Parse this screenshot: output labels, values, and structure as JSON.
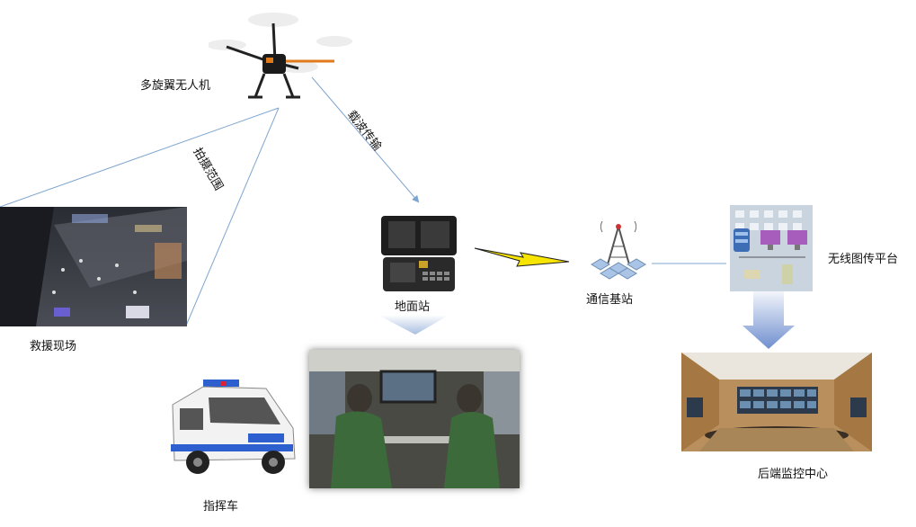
{
  "diagram": {
    "nodes": {
      "uav": {
        "label": "多旋翼无人机",
        "icon": "drone-icon"
      },
      "rescue_scene": {
        "label": "救援现场",
        "icon": "night-street-photo"
      },
      "ground_station": {
        "label": "地面站",
        "icon": "ground-station-case-icon"
      },
      "base_station": {
        "label": "通信基站",
        "icon": "cell-tower-icon"
      },
      "platform": {
        "label": "无线图传平台",
        "icon": "server-building-icon"
      },
      "command_vehicle": {
        "label": "指挥车",
        "icon": "police-van-icon"
      },
      "monitor_center": {
        "label": "后端监控中心",
        "icon": "control-room-photo"
      },
      "vehicle_interior": {
        "icon": "command-vehicle-interior-photo"
      }
    },
    "edges": {
      "shooting_range": {
        "label": "拍摄范围"
      },
      "carrier_transmission": {
        "label": "载波传输"
      }
    }
  },
  "colors": {
    "link_line": "#7fa6cf",
    "arrow_down": "#6f8fcf",
    "lightning_fill": "#f7e400",
    "drone_arm": "#e07a1a",
    "building": "#c9d4de"
  }
}
